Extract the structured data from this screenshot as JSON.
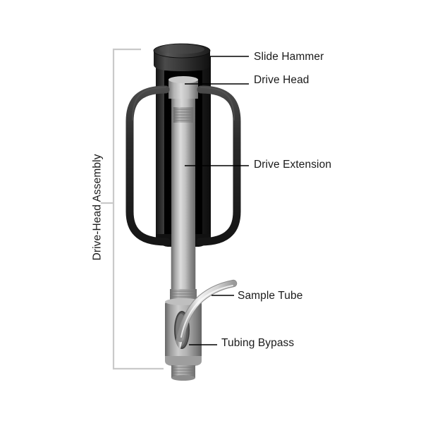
{
  "figure": {
    "title": "Drive-Head Assembly soil sampler cutaway diagram",
    "background_color": "#ffffff",
    "labels": {
      "slide_hammer": "Slide Hammer",
      "drive_head": "Drive Head",
      "drive_extension": "Drive Extension",
      "sample_tube": "Sample Tube",
      "tubing_bypass": "Tubing Bypass",
      "assembly_bracket": "Drive-Head Assembly"
    },
    "colors": {
      "label_text": "#1a1a1a",
      "leader_line": "#000000",
      "bracket_line": "#c8c8c8",
      "hammer_dark": "#2b2b2b",
      "hammer_black": "#000000",
      "handle_dark": "#262626",
      "rod_light": "#d9d9d9",
      "rod_mid": "#9a9a9a",
      "rod_shadow": "#6e6e6e",
      "tube_light": "#e6e6e6"
    },
    "parts": [
      {
        "name": "slide-hammer",
        "label": "Slide Hammer",
        "description": "dark cylindrical outer weight with domed cap"
      },
      {
        "name": "drive-head",
        "label": "Drive Head",
        "description": "light gray stepped collar inside hammer"
      },
      {
        "name": "drive-extension",
        "label": "Drive Extension",
        "description": "long gray rod running through assembly"
      },
      {
        "name": "sample-tube",
        "label": "Sample Tube",
        "description": "flexible light tube curving out of bypass slot"
      },
      {
        "name": "tubing-bypass",
        "label": "Tubing Bypass",
        "description": "wider gray sleeve with elongated slot"
      },
      {
        "name": "handles",
        "label": "",
        "description": "two dark looped grip handles flanking the body"
      }
    ]
  }
}
